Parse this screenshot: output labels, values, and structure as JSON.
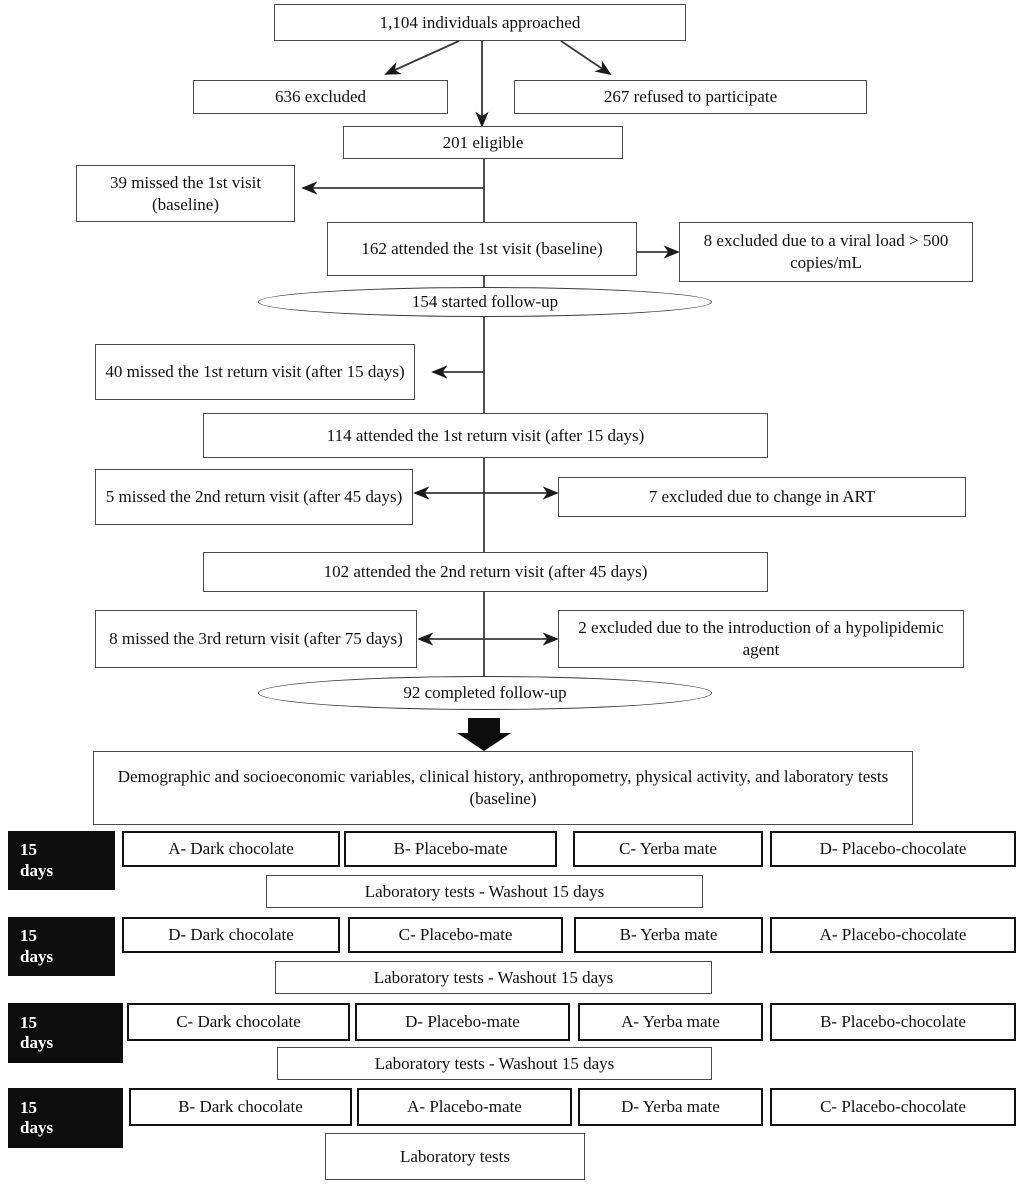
{
  "flow": {
    "approached": "1,104 individuals approached",
    "excluded_636": "636 excluded",
    "refused_267": "267 refused to participate",
    "eligible_201": "201 eligible",
    "missed_39": "39 missed the 1st visit (baseline)",
    "attended_162": "162 attended the 1st visit (baseline)",
    "excluded_8": "8 excluded due to a viral load > 500 copies/mL",
    "started_154": "154 started follow-up",
    "missed_40": "40 missed the 1st return visit (after 15 days)",
    "attended_114": "114 attended the 1st return visit (after 15 days)",
    "missed_5": "5 missed the 2nd return visit (after 45 days)",
    "excluded_7": "7 excluded due to change in ART",
    "attended_102": "102 attended the 2nd return visit (after 45 days)",
    "missed_8": "8 missed the 3rd return visit (after 75 days)",
    "excluded_2": "2 excluded due to the introduction of a hypolipidemic agent",
    "completed_92": "92 completed follow-up",
    "baseline_assessment": "Demographic and socioeconomic variables, clinical history, anthropometry, physical activity, and laboratory tests (baseline)"
  },
  "periods": [
    {
      "duration_number": "15",
      "duration_unit": "days",
      "treatments": [
        "A- Dark chocolate",
        "B- Placebo-mate",
        "C- Yerba mate",
        "D- Placebo-chocolate"
      ],
      "followup": "Laboratory tests - Washout 15 days"
    },
    {
      "duration_number": "15",
      "duration_unit": "days",
      "treatments": [
        "D- Dark chocolate",
        "C- Placebo-mate",
        "B- Yerba mate",
        "A- Placebo-chocolate"
      ],
      "followup": "Laboratory tests - Washout 15 days"
    },
    {
      "duration_number": "15",
      "duration_unit": "days",
      "treatments": [
        "C- Dark chocolate",
        "D- Placebo-mate",
        "A- Yerba mate",
        "B- Placebo-chocolate"
      ],
      "followup": "Laboratory tests - Washout 15 days"
    },
    {
      "duration_number": "15",
      "duration_unit": "days",
      "treatments": [
        "B- Dark chocolate",
        "A- Placebo-mate",
        "D- Yerba mate",
        "C- Placebo-chocolate"
      ],
      "followup": "Laboratory tests"
    }
  ],
  "colors": {
    "box_border": "#4a4a4a",
    "thick_border": "#111111",
    "black_fill": "#0d0d0d",
    "background": "#ffffff"
  }
}
